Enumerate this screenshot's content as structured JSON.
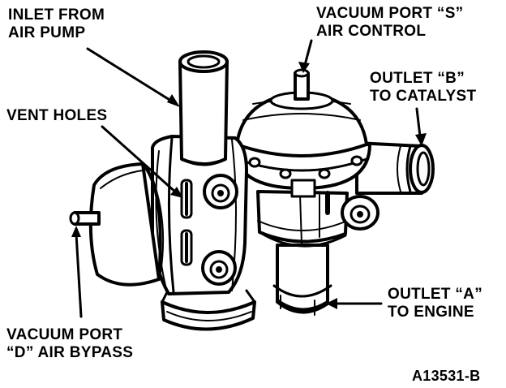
{
  "diagram": {
    "labels": {
      "inlet": [
        "INLET FROM",
        "AIR PUMP"
      ],
      "vacuum_s": [
        "VACUUM PORT “S”",
        "AIR CONTROL"
      ],
      "outlet_b": [
        "OUTLET “B”",
        "TO CATALYST"
      ],
      "vent_holes": [
        "VENT HOLES"
      ],
      "outlet_a": [
        "OUTLET “A”",
        "TO ENGINE"
      ],
      "vacuum_d": [
        "VACUUM PORT",
        "“D” AIR BYPASS"
      ]
    },
    "reference": "A13531-B",
    "colors": {
      "ink": "#000000",
      "paper": "#ffffff"
    }
  }
}
